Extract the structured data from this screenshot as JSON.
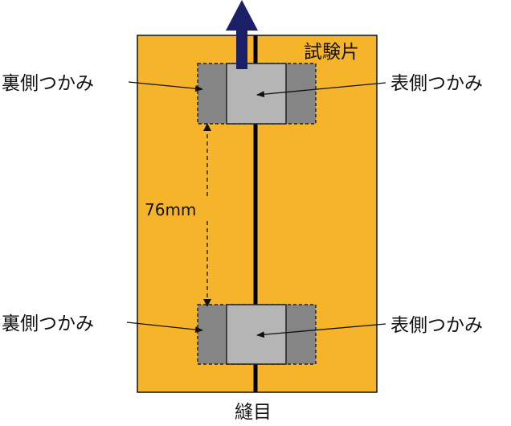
{
  "labels": {
    "specimen": "試験片",
    "back_grip_top": "裏側つかみ",
    "front_grip_top": "表側つかみ",
    "back_grip_bottom": "裏側つかみ",
    "front_grip_bottom": "表側つかみ",
    "seam": "縫目",
    "distance": "76mm"
  },
  "colors": {
    "specimen_fill": "#f6b42a",
    "back_grip_fill": "#858585",
    "front_grip_fill": "#b5b5b5",
    "arrow_fill": "#1b2066",
    "seam_line": "#000000"
  }
}
